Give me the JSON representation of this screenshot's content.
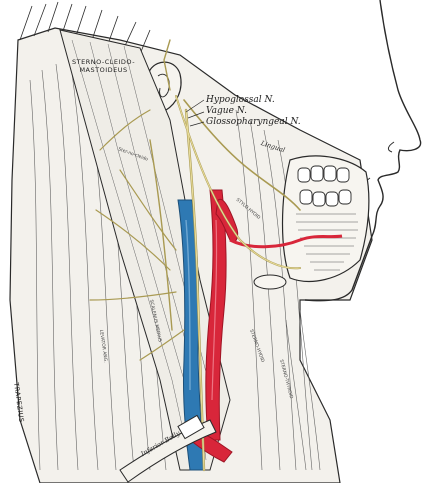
{
  "labels": {
    "sterno_line1": "STERNO-CLEIDO-",
    "sterno_line2": "MASTOIDEUS",
    "hypoglossal": "Hypoglossal N.",
    "vagus": "Vague N.",
    "glossopharyngeal": "Glossopharyngeal N.",
    "lingual": "Lingual",
    "trapezius": "TRAPEZIUS",
    "inferior_belly": "Inferior Belly"
  },
  "colors": {
    "artery": "#d8263a",
    "artery_dark": "#9e1424",
    "vein": "#2e79b3",
    "vein_dark": "#1c4f78",
    "nerve": "#e8dc9a",
    "nerve_dark": "#a99a52",
    "ink": "#2a2a2a",
    "muscle_fill": "#f3f1ec"
  }
}
